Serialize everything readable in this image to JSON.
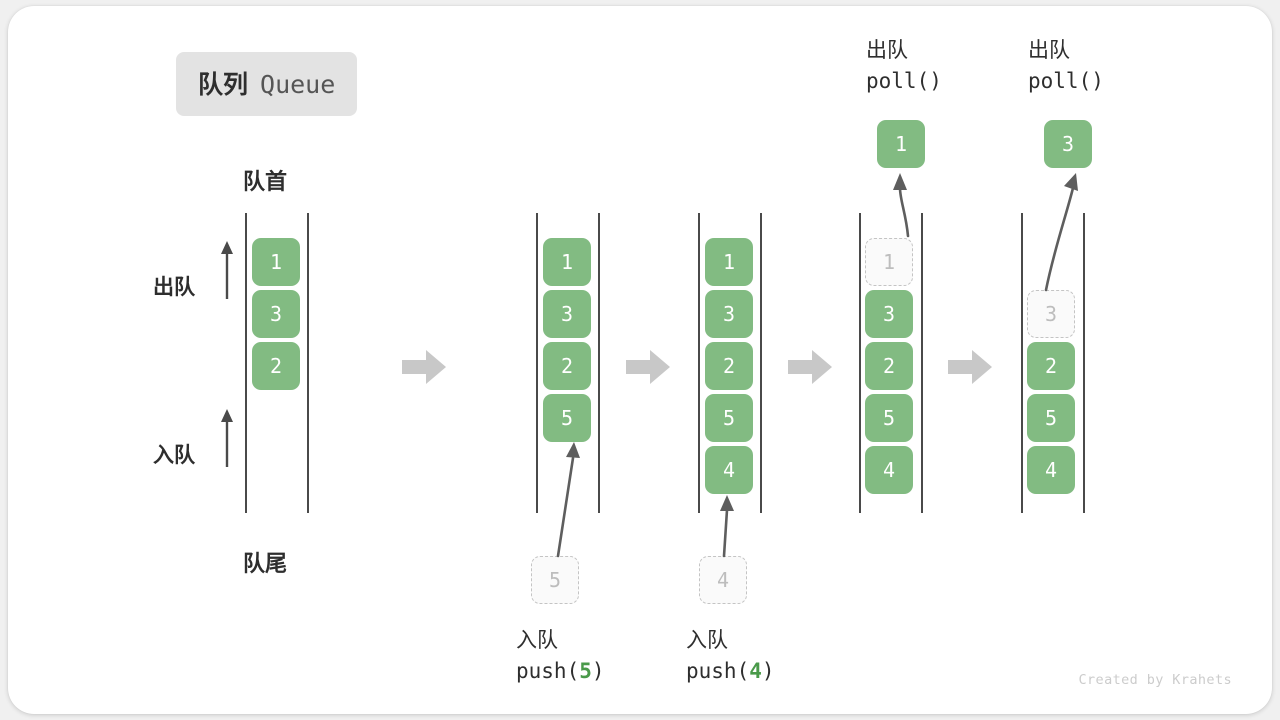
{
  "title": {
    "cn": "队列",
    "en": "Queue"
  },
  "labels": {
    "front": "队首",
    "rear": "队尾",
    "dequeue": "出队",
    "enqueue": "入队"
  },
  "footer": "Created by Krahets",
  "colors": {
    "accent_green": "#82bb82",
    "ghost_border": "#c4c4c4",
    "ghost_text": "#bdbdbd",
    "rail": "#4a4a4a",
    "step_arrow": "#c8c8c8",
    "badge_bg": "#e3e3e3",
    "text_dark": "#2e2e2e",
    "footer_text": "#cccccc"
  },
  "captions": {
    "push5": {
      "line1": "入队",
      "fn_prefix": "push(",
      "fn_value": "5",
      "fn_suffix": ")"
    },
    "push4": {
      "line1": "入队",
      "fn_prefix": "push(",
      "fn_value": "4",
      "fn_suffix": ")"
    },
    "poll1": {
      "line1": "出队",
      "line2": "poll()"
    },
    "poll2": {
      "line1": "出队",
      "line2": "poll()"
    }
  },
  "columns": [
    {
      "id": "col-initial",
      "cells": [
        {
          "value": "1",
          "state": "filled"
        },
        {
          "value": "3",
          "state": "filled"
        },
        {
          "value": "2",
          "state": "filled"
        }
      ]
    },
    {
      "id": "col-after-push5",
      "cells": [
        {
          "value": "1",
          "state": "filled"
        },
        {
          "value": "3",
          "state": "filled"
        },
        {
          "value": "2",
          "state": "filled"
        },
        {
          "value": "5",
          "state": "filled"
        }
      ],
      "incoming": {
        "value": "5",
        "state": "ghost"
      }
    },
    {
      "id": "col-after-push4",
      "cells": [
        {
          "value": "1",
          "state": "filled"
        },
        {
          "value": "3",
          "state": "filled"
        },
        {
          "value": "2",
          "state": "filled"
        },
        {
          "value": "5",
          "state": "filled"
        },
        {
          "value": "4",
          "state": "filled"
        }
      ],
      "incoming": {
        "value": "4",
        "state": "ghost"
      }
    },
    {
      "id": "col-after-poll1",
      "cells": [
        {
          "value": "1",
          "state": "ghost"
        },
        {
          "value": "3",
          "state": "filled"
        },
        {
          "value": "2",
          "state": "filled"
        },
        {
          "value": "5",
          "state": "filled"
        },
        {
          "value": "4",
          "state": "filled"
        }
      ],
      "outgoing": {
        "value": "1",
        "state": "filled"
      }
    },
    {
      "id": "col-after-poll2",
      "cells": [
        {
          "value": "",
          "state": "empty"
        },
        {
          "value": "3",
          "state": "ghost"
        },
        {
          "value": "2",
          "state": "filled"
        },
        {
          "value": "5",
          "state": "filled"
        },
        {
          "value": "4",
          "state": "filled"
        }
      ],
      "outgoing": {
        "value": "3",
        "state": "filled"
      }
    }
  ]
}
